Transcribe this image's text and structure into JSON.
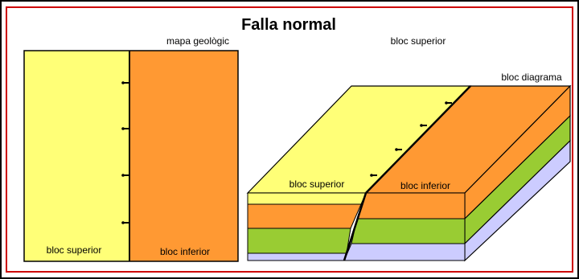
{
  "title": "Falla normal",
  "map": {
    "caption": "mapa geològic",
    "left_label": "bloc superior",
    "right_label": "bloc inferior"
  },
  "block_diagram": {
    "caption": "bloc diagrama",
    "top_caption": "bloc superior",
    "upper_label": "bloc superior",
    "lower_label": "bloc inferior"
  },
  "colors": {
    "frame_red": "#cc0000",
    "yellow": "#ffff77",
    "orange": "#ff9933",
    "green": "#99cc33",
    "lavender": "#ccccff",
    "fault_line": "#000000"
  }
}
